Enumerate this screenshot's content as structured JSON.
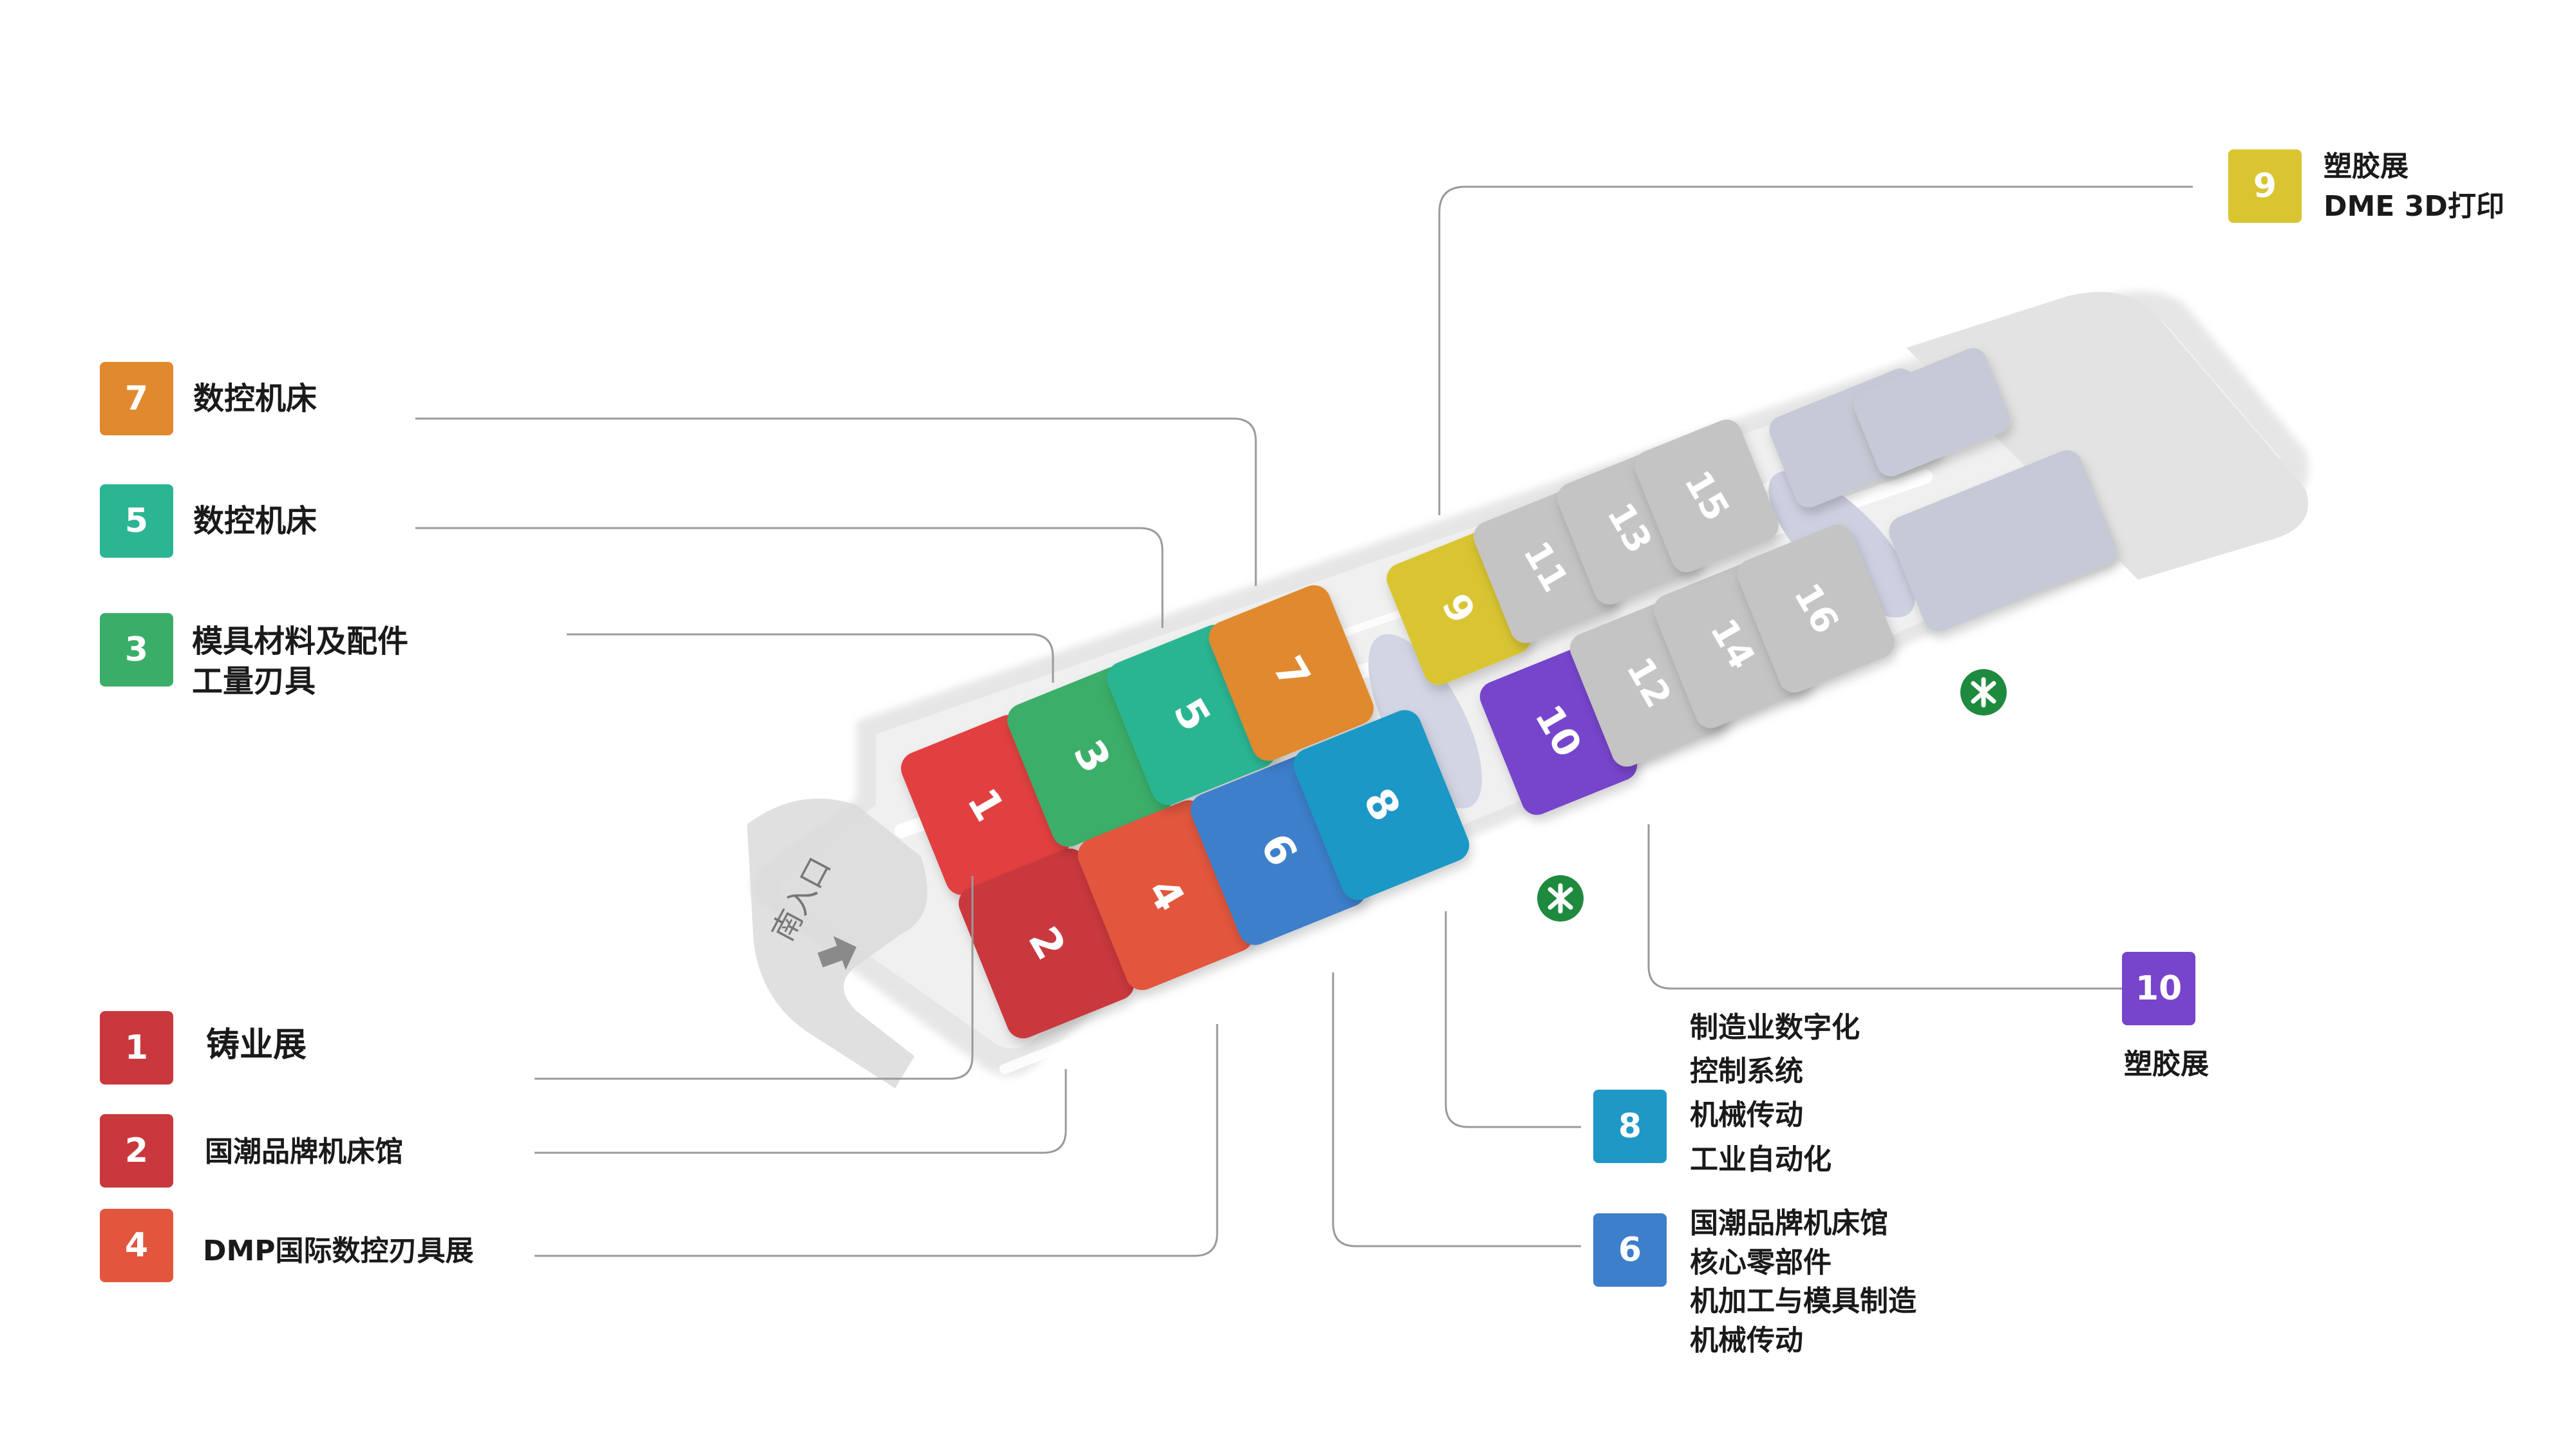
{
  "halls": {
    "h1": {
      "num": "1",
      "color": "#e2403f"
    },
    "h2": {
      "num": "2",
      "color": "#c9383c"
    },
    "h3": {
      "num": "3",
      "color": "#3aae69"
    },
    "h4": {
      "num": "4",
      "color": "#e2563e"
    },
    "h5": {
      "num": "5",
      "color": "#2bb592"
    },
    "h6": {
      "num": "6",
      "color": "#3d7fcb"
    },
    "h7": {
      "num": "7",
      "color": "#e0892f"
    },
    "h8": {
      "num": "8",
      "color": "#1f98c6"
    },
    "h9": {
      "num": "9",
      "color": "#d9c530"
    },
    "h10": {
      "num": "10",
      "color": "#7744cc"
    },
    "h11": {
      "num": "11",
      "color": "#c4c4c4"
    },
    "h12": {
      "num": "12",
      "color": "#c4c4c4"
    },
    "h13": {
      "num": "13",
      "color": "#c4c4c4"
    },
    "h14": {
      "num": "14",
      "color": "#c4c4c4"
    },
    "h15": {
      "num": "15",
      "color": "#c4c4c4"
    },
    "h16": {
      "num": "16",
      "color": "#c4c4c4"
    }
  },
  "entrance": {
    "label": "南入口"
  },
  "legend": {
    "l7": {
      "num": "7",
      "color": "#e0892f",
      "lines": [
        "数控机床"
      ]
    },
    "l5": {
      "num": "5",
      "color": "#2bb592",
      "lines": [
        "数控机床"
      ]
    },
    "l3": {
      "num": "3",
      "color": "#3aae69",
      "lines": [
        "模具材料及配件",
        "工量刃具"
      ]
    },
    "l1": {
      "num": "1",
      "color": "#c9383c",
      "lines": [
        "铸业展"
      ]
    },
    "l2": {
      "num": "2",
      "color": "#c9383c",
      "lines": [
        "国潮品牌机床馆"
      ]
    },
    "l4": {
      "num": "4",
      "color": "#e2563e",
      "lines": [
        "DMP国际数控刃具展"
      ]
    },
    "l9": {
      "num": "9",
      "color": "#d9c530",
      "lines": [
        "塑胶展",
        "DME 3D打印"
      ]
    },
    "l10": {
      "num": "10",
      "color": "#7744cc",
      "lines": [
        "塑胶展"
      ]
    },
    "l8": {
      "num": "8",
      "color": "#1f98c6",
      "lines": [
        "制造业数字化",
        "控制系统",
        "机械传动",
        "工业自动化"
      ]
    },
    "l6": {
      "num": "6",
      "color": "#3d7fcb",
      "lines": [
        "国潮品牌机床馆",
        "核心零部件",
        "机加工与模具制造",
        "机械传动"
      ]
    }
  }
}
